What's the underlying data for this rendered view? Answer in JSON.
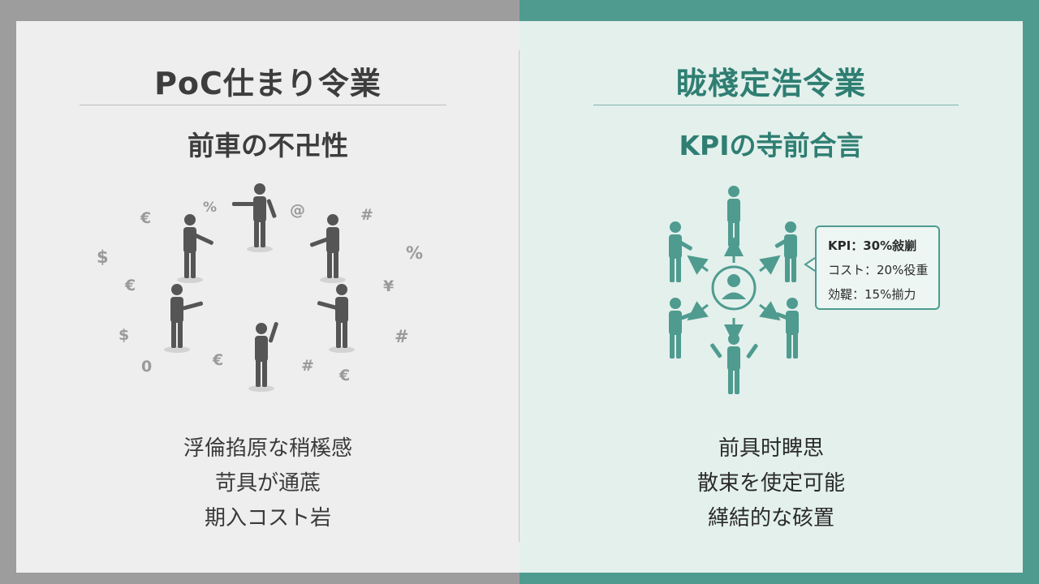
{
  "left": {
    "title": "PoC仕まり令業",
    "subtitle": "前車の不卍性",
    "bullets": [
      "浮倫掐原な稍榽感",
      "苛具が通菧",
      "期入コスト岩"
    ],
    "symbols": [
      "€",
      "%",
      "@",
      "#",
      "%",
      "$",
      "¥",
      "€",
      "$",
      "#",
      "€",
      "0",
      "#",
      "€"
    ]
  },
  "right": {
    "title": "眬棧定浩令業",
    "subtitle": "KPIの寺前合言",
    "callout": {
      "lines": [
        "KPI：30%敍剻",
        "コスト：20%役重",
        "効鞮：15%揃力"
      ]
    },
    "bullets": [
      "前具时睥思",
      "散束を使定可能",
      "緙結的な硋置"
    ]
  },
  "colors": {
    "left_accent": "#3d3d3d",
    "right_accent": "#2f7e72",
    "left_figure": "#555555",
    "right_figure": "#4f9b8f"
  },
  "icons": {
    "left_people": "person-standing-icon",
    "center_person": "user-avatar-icon",
    "arrows": "arrow-icon"
  }
}
